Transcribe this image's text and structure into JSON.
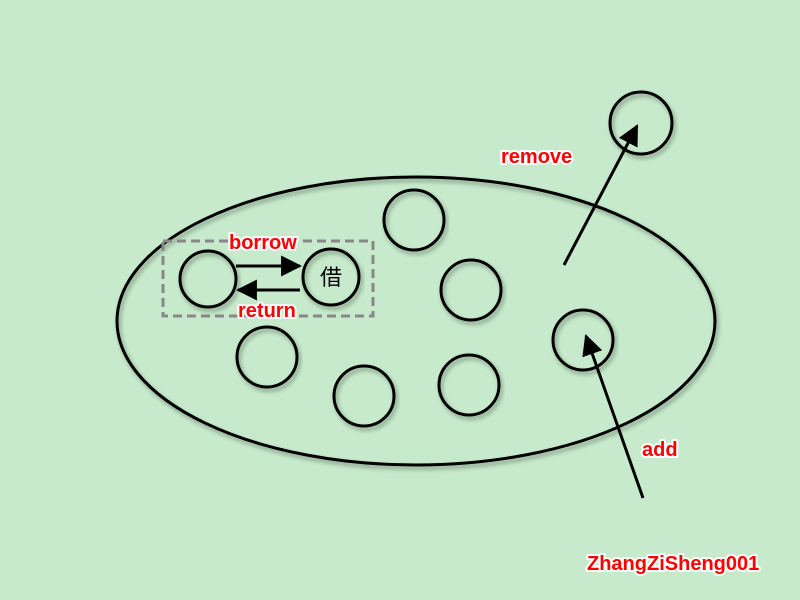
{
  "colors": {
    "background": "#c6eacb",
    "stroke": "#000000",
    "label": "#ff0000",
    "label_outline": "#ffffff",
    "dashed_box": "#888888"
  },
  "labels": {
    "remove": "remove",
    "borrow": "borrow",
    "return": "return",
    "add": "add",
    "borrowed_char": "借",
    "watermark": "ZhangZiSheng001"
  }
}
